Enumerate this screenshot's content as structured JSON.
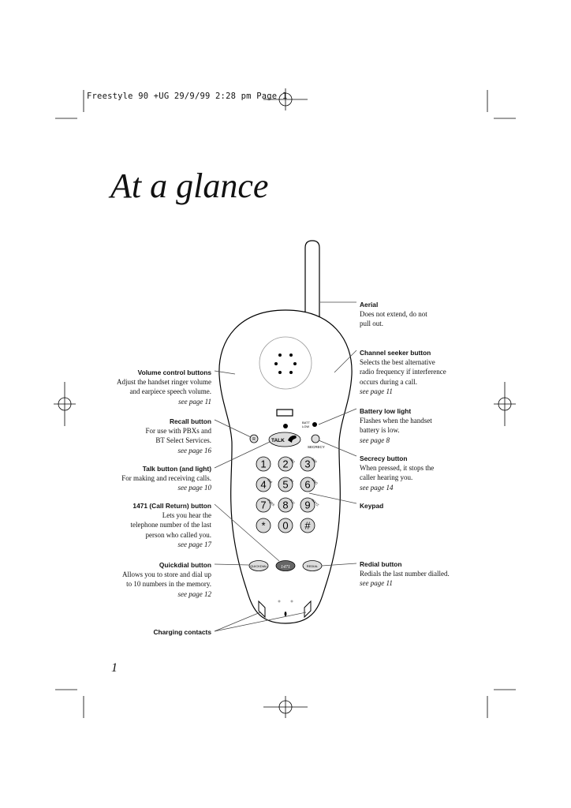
{
  "header": {
    "text": "Freestyle 90 +UG  29/9/99  2:28 pm  Page 1"
  },
  "title": "At a glance",
  "page_number": "1",
  "phone": {
    "key_labels": [
      "1",
      "2",
      "3",
      "4",
      "5",
      "6",
      "7",
      "8",
      "9",
      "*",
      "0",
      "#"
    ],
    "letter_labels": [
      "ABC",
      "DEF",
      "GHI",
      "JKL",
      "MNO",
      "PQRS",
      "TUV",
      "WXYZ"
    ],
    "talk_label": "TALK",
    "recall_label": "R",
    "secrecy_label": "SECRECY",
    "batt_label": "BATT\nLOW",
    "quickdial_label": "QUICKDIAL",
    "call_return_label": "1471",
    "redial_label": "REDIAL"
  },
  "callouts_left": [
    {
      "id": "volume",
      "heading": "Volume control buttons",
      "lines": [
        "Adjust the handset ringer volume",
        "and earpiece speech volume."
      ],
      "ref": "see page 11"
    },
    {
      "id": "recall",
      "heading": "Recall button",
      "lines": [
        "For use with PBXs and",
        "BT Select Services."
      ],
      "ref": "see page 16"
    },
    {
      "id": "talk",
      "heading": "Talk button (and light)",
      "lines": [
        "For making and receiving calls."
      ],
      "ref": "see page 10"
    },
    {
      "id": "callreturn",
      "heading": "1471 (Call Return) button",
      "lines": [
        "Lets you hear the",
        "telephone number of the last",
        "person who called you."
      ],
      "ref": "see page 17"
    },
    {
      "id": "quickdial",
      "heading": "Quickdial button",
      "lines": [
        "Allows you to store and dial up",
        "to 10 numbers in the memory."
      ],
      "ref": "see page 12"
    },
    {
      "id": "charging",
      "heading": "Charging contacts",
      "lines": [],
      "ref": ""
    }
  ],
  "callouts_right": [
    {
      "id": "aerial",
      "heading": "Aerial",
      "lines": [
        "Does not extend, do not",
        "pull out."
      ],
      "ref": ""
    },
    {
      "id": "channel",
      "heading": "Channel seeker button",
      "lines": [
        "Selects the best alternative",
        "radio frequency if interference",
        "occurs during a call."
      ],
      "ref": "see page 11"
    },
    {
      "id": "battery",
      "heading": "Battery low light",
      "lines": [
        "Flashes when the handset",
        "battery is low."
      ],
      "ref": "see page 8"
    },
    {
      "id": "secrecy",
      "heading": "Secrecy button",
      "lines": [
        "When pressed, it stops the",
        "caller hearing you."
      ],
      "ref": "see page 14"
    },
    {
      "id": "keypad",
      "heading": "Keypad",
      "lines": [],
      "ref": ""
    },
    {
      "id": "redial",
      "heading": "Redial button",
      "lines": [
        "Redials the last number dialled."
      ],
      "ref": "see page 11"
    }
  ]
}
